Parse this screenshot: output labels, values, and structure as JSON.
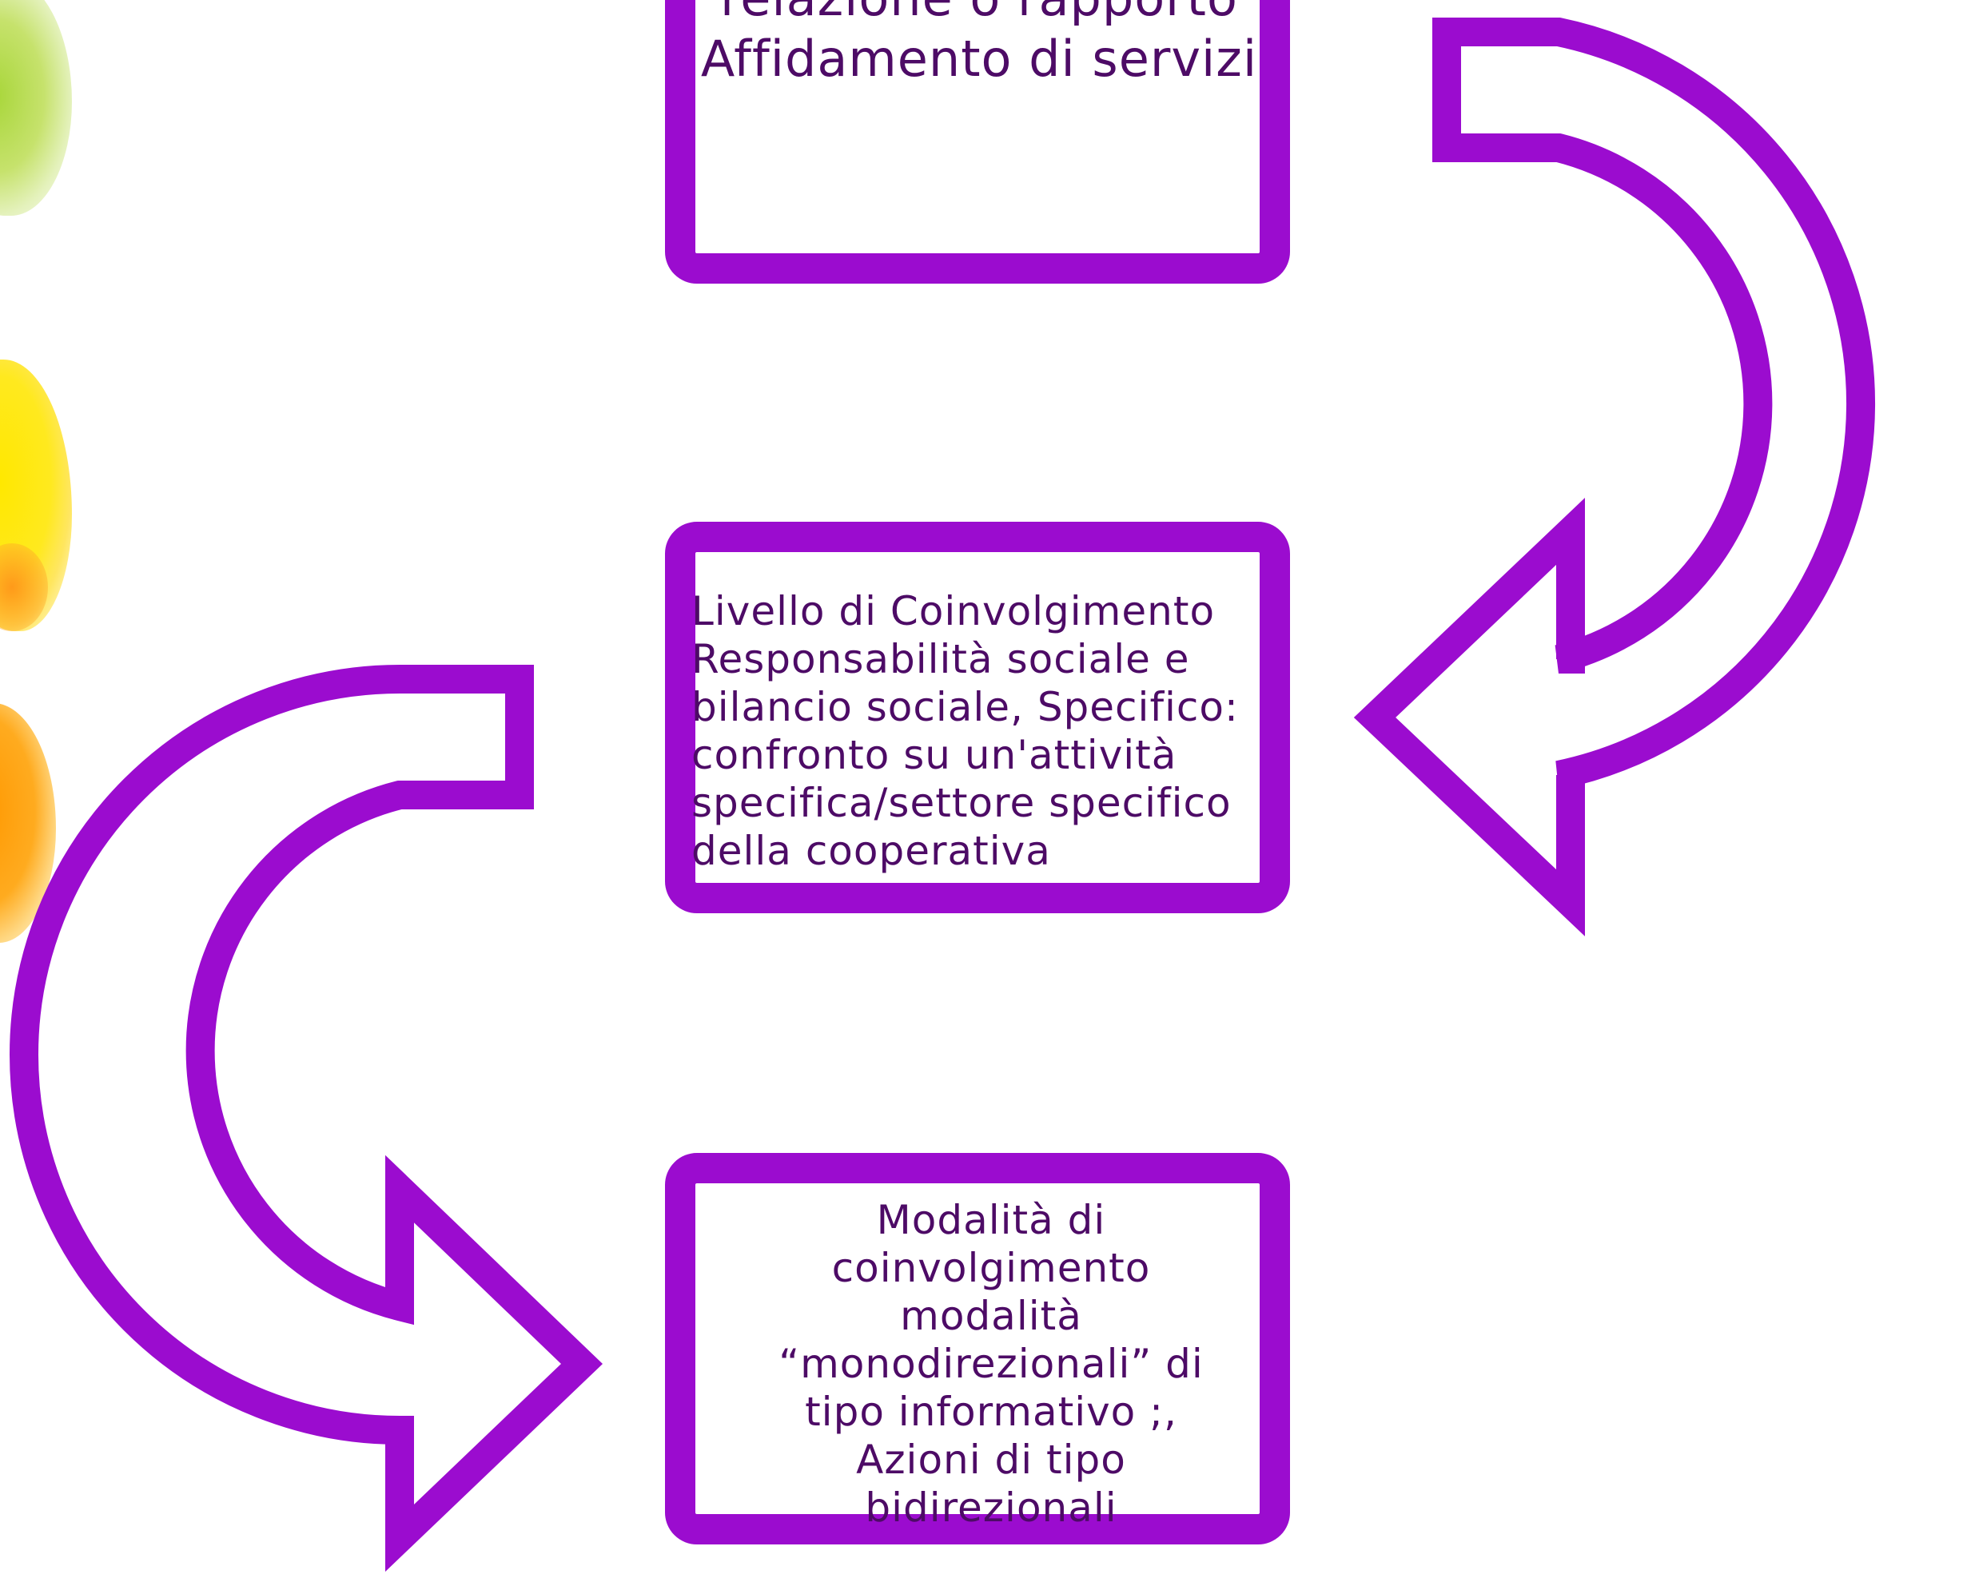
{
  "diagram": {
    "colors": {
      "accent": "#9b0ccf",
      "text": "#4d0b66",
      "background": "#ffffff"
    },
    "boxes": [
      {
        "id": "box-top",
        "text": "relazione o rapporto\nAffidamento di servizi"
      },
      {
        "id": "box-middle",
        "text": "Livello di Coinvolgimento\nResponsabilità sociale e\nbilancio sociale, Specifico:\nconfronto su un'attività\nspecifica/settore specifico\ndella cooperativa"
      },
      {
        "id": "box-bottom",
        "text": "Modalità di\ncoinvolgimento\nmodalità\n“monodirezionali” di\ntipo informativo ;,\nAzioni di tipo\nbidirezionali"
      }
    ],
    "arrows": [
      {
        "id": "arrow-right",
        "from": "box-top",
        "to": "box-middle",
        "shape": "curved-u-turn-arrow"
      },
      {
        "id": "arrow-left",
        "from": "box-middle",
        "to": "box-bottom",
        "shape": "curved-u-turn-arrow"
      }
    ]
  }
}
